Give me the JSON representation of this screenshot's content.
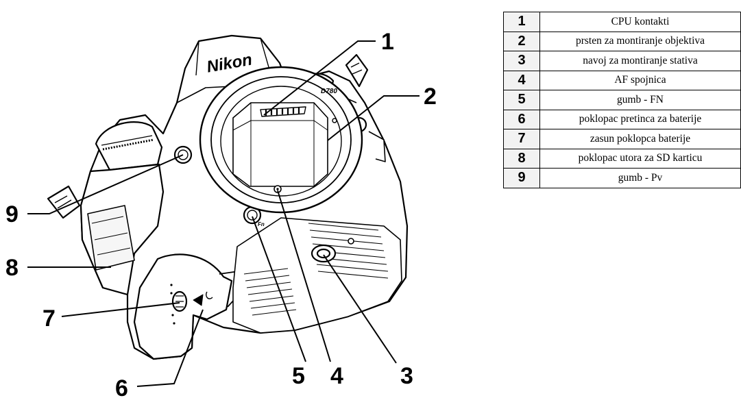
{
  "camera": {
    "brand": "Nikon",
    "model": "D780",
    "fn_label": "Fn"
  },
  "callouts": [
    "1",
    "2",
    "3",
    "4",
    "5",
    "6",
    "7",
    "8",
    "9"
  ],
  "legend": [
    {
      "num": "1",
      "label": "CPU kontakti"
    },
    {
      "num": "2",
      "label": "prsten za montiranje objektiva"
    },
    {
      "num": "3",
      "label": "navoj za montiranje stativa"
    },
    {
      "num": "4",
      "label": "AF spojnica"
    },
    {
      "num": "5",
      "label": "gumb - FN"
    },
    {
      "num": "6",
      "label": "poklopac pretinca za baterije"
    },
    {
      "num": "7",
      "label": "zasun poklopca baterije"
    },
    {
      "num": "8",
      "label": "poklopac utora za SD karticu"
    },
    {
      "num": "9",
      "label": "gumb - Pv"
    }
  ]
}
